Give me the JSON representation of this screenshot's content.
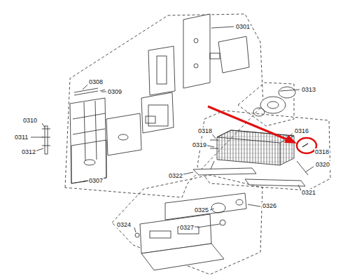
{
  "diagram": {
    "labels": [
      "0301",
      "0308",
      "0309",
      "0313",
      "0310",
      "0311",
      "0312",
      "0307",
      "0318",
      "0316",
      "0319",
      "0318",
      "0322",
      "0320",
      "0321",
      "0325",
      "0326",
      "0324",
      "0327"
    ]
  }
}
